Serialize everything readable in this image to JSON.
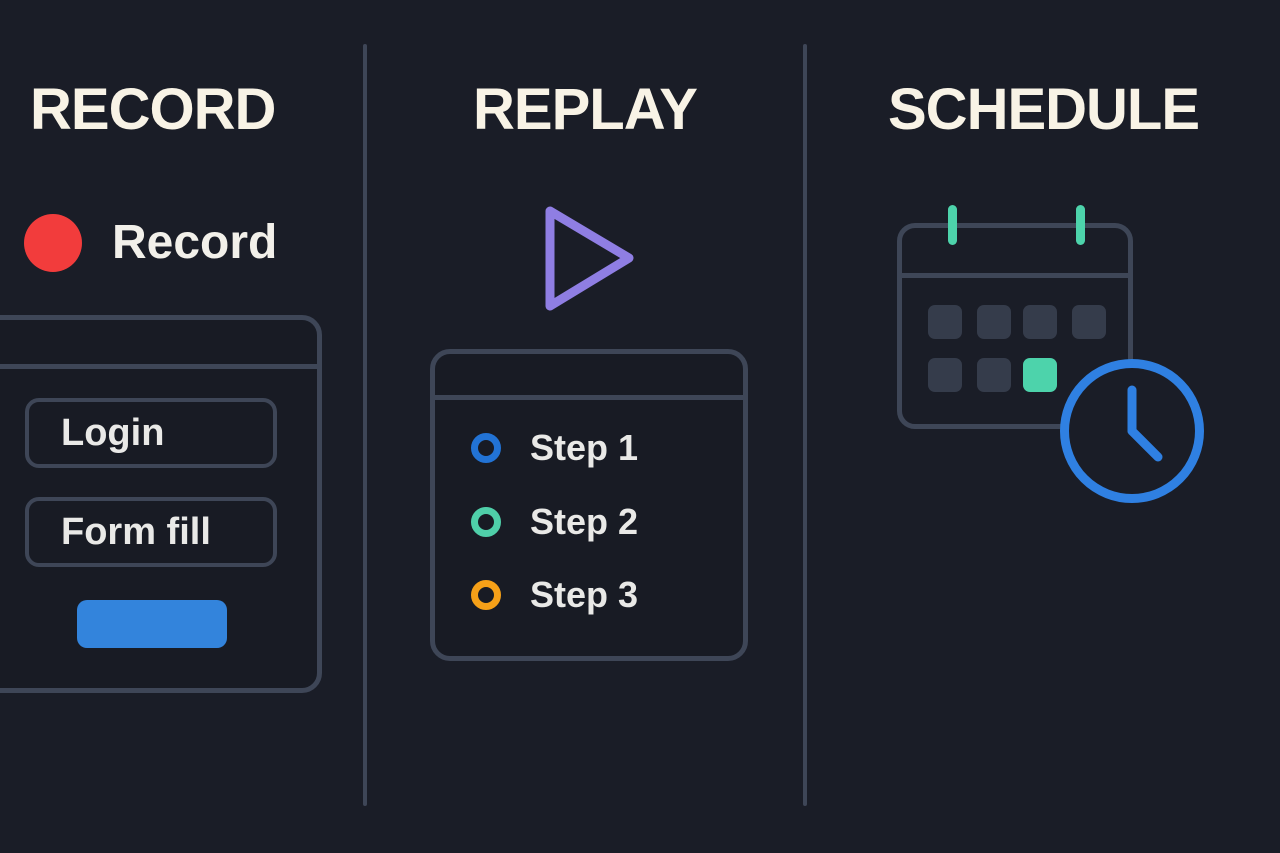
{
  "canvas": {
    "background_color": "#1a1d27",
    "divider_color": "#3e4657",
    "title_color": "#f8f3e6"
  },
  "columns": {
    "record": {
      "title": "RECORD",
      "record_button": {
        "label": "Record",
        "dot_color": "#f23c3c"
      },
      "form_card": {
        "fields": [
          {
            "label": "Login"
          },
          {
            "label": "Form fill"
          }
        ],
        "submit_button_color": "#3384dc"
      }
    },
    "replay": {
      "title": "REPLAY",
      "play_icon_color": "#8f7ee3",
      "steps_card": {
        "steps": [
          {
            "label": "Step 1",
            "ring_color": "#2273d5"
          },
          {
            "label": "Step 2",
            "ring_color": "#4fcfa9"
          },
          {
            "label": "Step 3",
            "ring_color": "#f5a018"
          }
        ]
      }
    },
    "schedule": {
      "title": "SCHEDULE",
      "calendar": {
        "peg_color": "#4dd3ab",
        "day_cell_color": "#353c4b",
        "selected_day_color": "#4dd3ab",
        "border_color": "#3e4657"
      },
      "clock": {
        "color": "#2f80e2"
      }
    }
  }
}
